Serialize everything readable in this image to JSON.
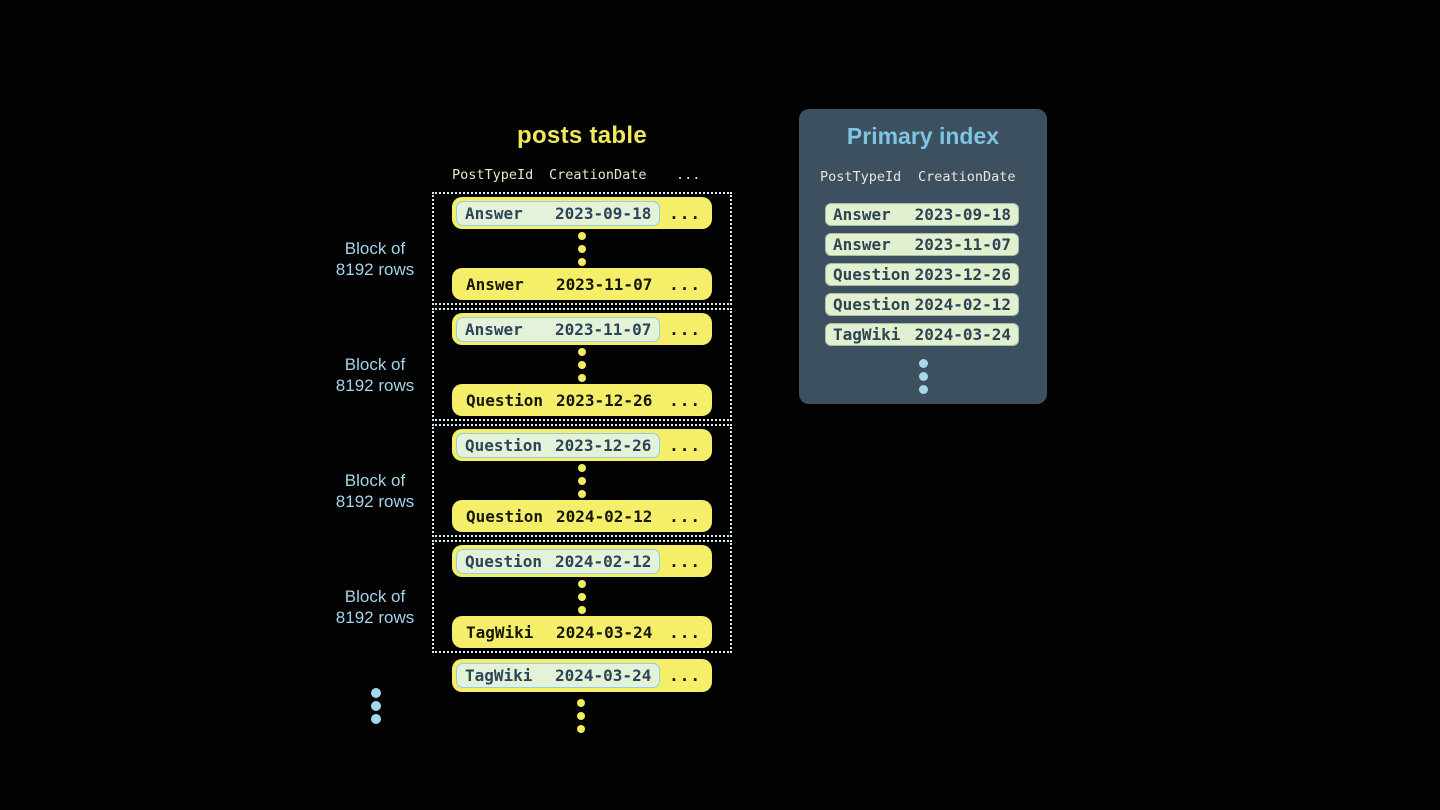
{
  "colors": {
    "background": "#020202",
    "row_yellow": "#f4ee68",
    "title_yellow": "#f0e95c",
    "pale_header": "#e9e6c9",
    "light_blue_text": "#a5d3e8",
    "panel_bg": "#3d505f",
    "panel_title_blue": "#7ec5e4",
    "index_pill_green": "#e1f1cf",
    "dark_slate_text": "#2e4356",
    "dotted_border": "#d6ecf4",
    "highlight_bg": "#e3f2d9",
    "highlight_border": "#92cee6",
    "yellow_dot": "#f2ec62",
    "blue_dot": "#a5d8ec"
  },
  "posts_table": {
    "title": "posts table",
    "headers": {
      "col1": "PostTypeId",
      "col2": "CreationDate",
      "col3": "..."
    },
    "blocks": [
      {
        "label_line1": "Block of",
        "label_line2": "8192 rows",
        "first_type": "Answer",
        "first_date": "2023-09-18",
        "last_type": "Answer",
        "last_date": "2023-11-07",
        "more": "..."
      },
      {
        "label_line1": "Block of",
        "label_line2": "8192 rows",
        "first_type": "Answer",
        "first_date": "2023-11-07",
        "last_type": "Question",
        "last_date": "2023-12-26",
        "more": "..."
      },
      {
        "label_line1": "Block of",
        "label_line2": "8192 rows",
        "first_type": "Question",
        "first_date": "2023-12-26",
        "last_type": "Question",
        "last_date": "2024-02-12",
        "more": "..."
      },
      {
        "label_line1": "Block of",
        "label_line2": "8192 rows",
        "first_type": "Question",
        "first_date": "2024-02-12",
        "last_type": "TagWiki",
        "last_date": "2024-03-24",
        "more": "..."
      }
    ],
    "tail_row": {
      "type": "TagWiki",
      "date": "2024-03-24",
      "more": "..."
    }
  },
  "primary_index": {
    "title": "Primary index",
    "headers": {
      "col1": "PostTypeId",
      "col2": "CreationDate"
    },
    "rows": [
      {
        "type": "Answer",
        "date": "2023-09-18"
      },
      {
        "type": "Answer",
        "date": "2023-11-07"
      },
      {
        "type": "Question",
        "date": "2023-12-26"
      },
      {
        "type": "Question",
        "date": "2024-02-12"
      },
      {
        "type": "TagWiki",
        "date": "2024-03-24"
      }
    ]
  }
}
